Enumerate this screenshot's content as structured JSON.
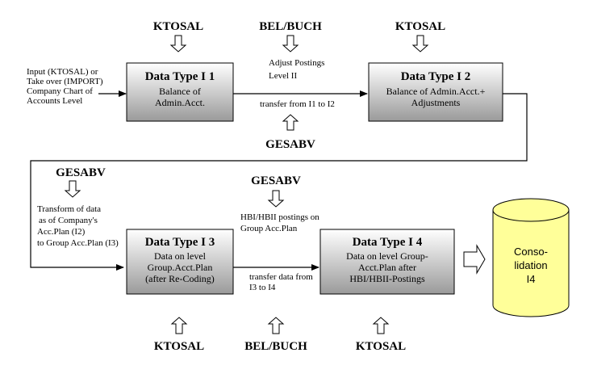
{
  "top_labels": {
    "ktosal_1": "KTOSAL",
    "bel_buch_top": "BEL/BUCH",
    "ktosal_2": "KTOSAL"
  },
  "input_text": [
    "Input (KTOSAL) or",
    "Take over (IMPORT)",
    "Company Chart of",
    "Accounts Level"
  ],
  "adjust_text": [
    "Adjust Postings",
    "Level II"
  ],
  "transfer_i1_i2": "transfer from I1 to I2",
  "gesabv_1": "GESABV",
  "box_i1": {
    "title": "Data Type I 1",
    "lines": [
      "Balance of",
      "Admin.Acct."
    ]
  },
  "box_i2": {
    "title": "Data Type I 2",
    "lines": [
      "Balance of Admin.Acct.+",
      "Adjustments"
    ]
  },
  "gesabv_2": "GESABV",
  "gesabv_3": "GESABV",
  "transform_text": [
    "Transform of  data",
    "as of Company's",
    "Acc.Plan (I2)",
    "to Group Acc.Plan (I3)"
  ],
  "hbi_text": [
    "HBI/HBII postings on",
    "Group Acc.Plan"
  ],
  "box_i3": {
    "title": "Data Type I 3",
    "lines": [
      "Data on level",
      "Group.Acct.Plan",
      "(after Re-Coding)"
    ]
  },
  "box_i4": {
    "title": "Data Type I 4",
    "lines": [
      "Data on level Group-",
      "Acct.Plan after",
      "HBI/HBII-Postings"
    ]
  },
  "transfer_i3_i4": [
    "transfer data from",
    "I3 to I4"
  ],
  "consolidation": [
    "Conso-",
    "lidation",
    "I4"
  ],
  "bottom_labels": {
    "ktosal_3": "KTOSAL",
    "bel_buch_bottom": "BEL/BUCH",
    "ktosal_4": "KTOSAL"
  },
  "colors": {
    "box_gradient_top": "#ffffff",
    "box_gradient_bottom": "#9a9a9a",
    "cylinder_fill": "#ffff99",
    "line": "#000000"
  }
}
